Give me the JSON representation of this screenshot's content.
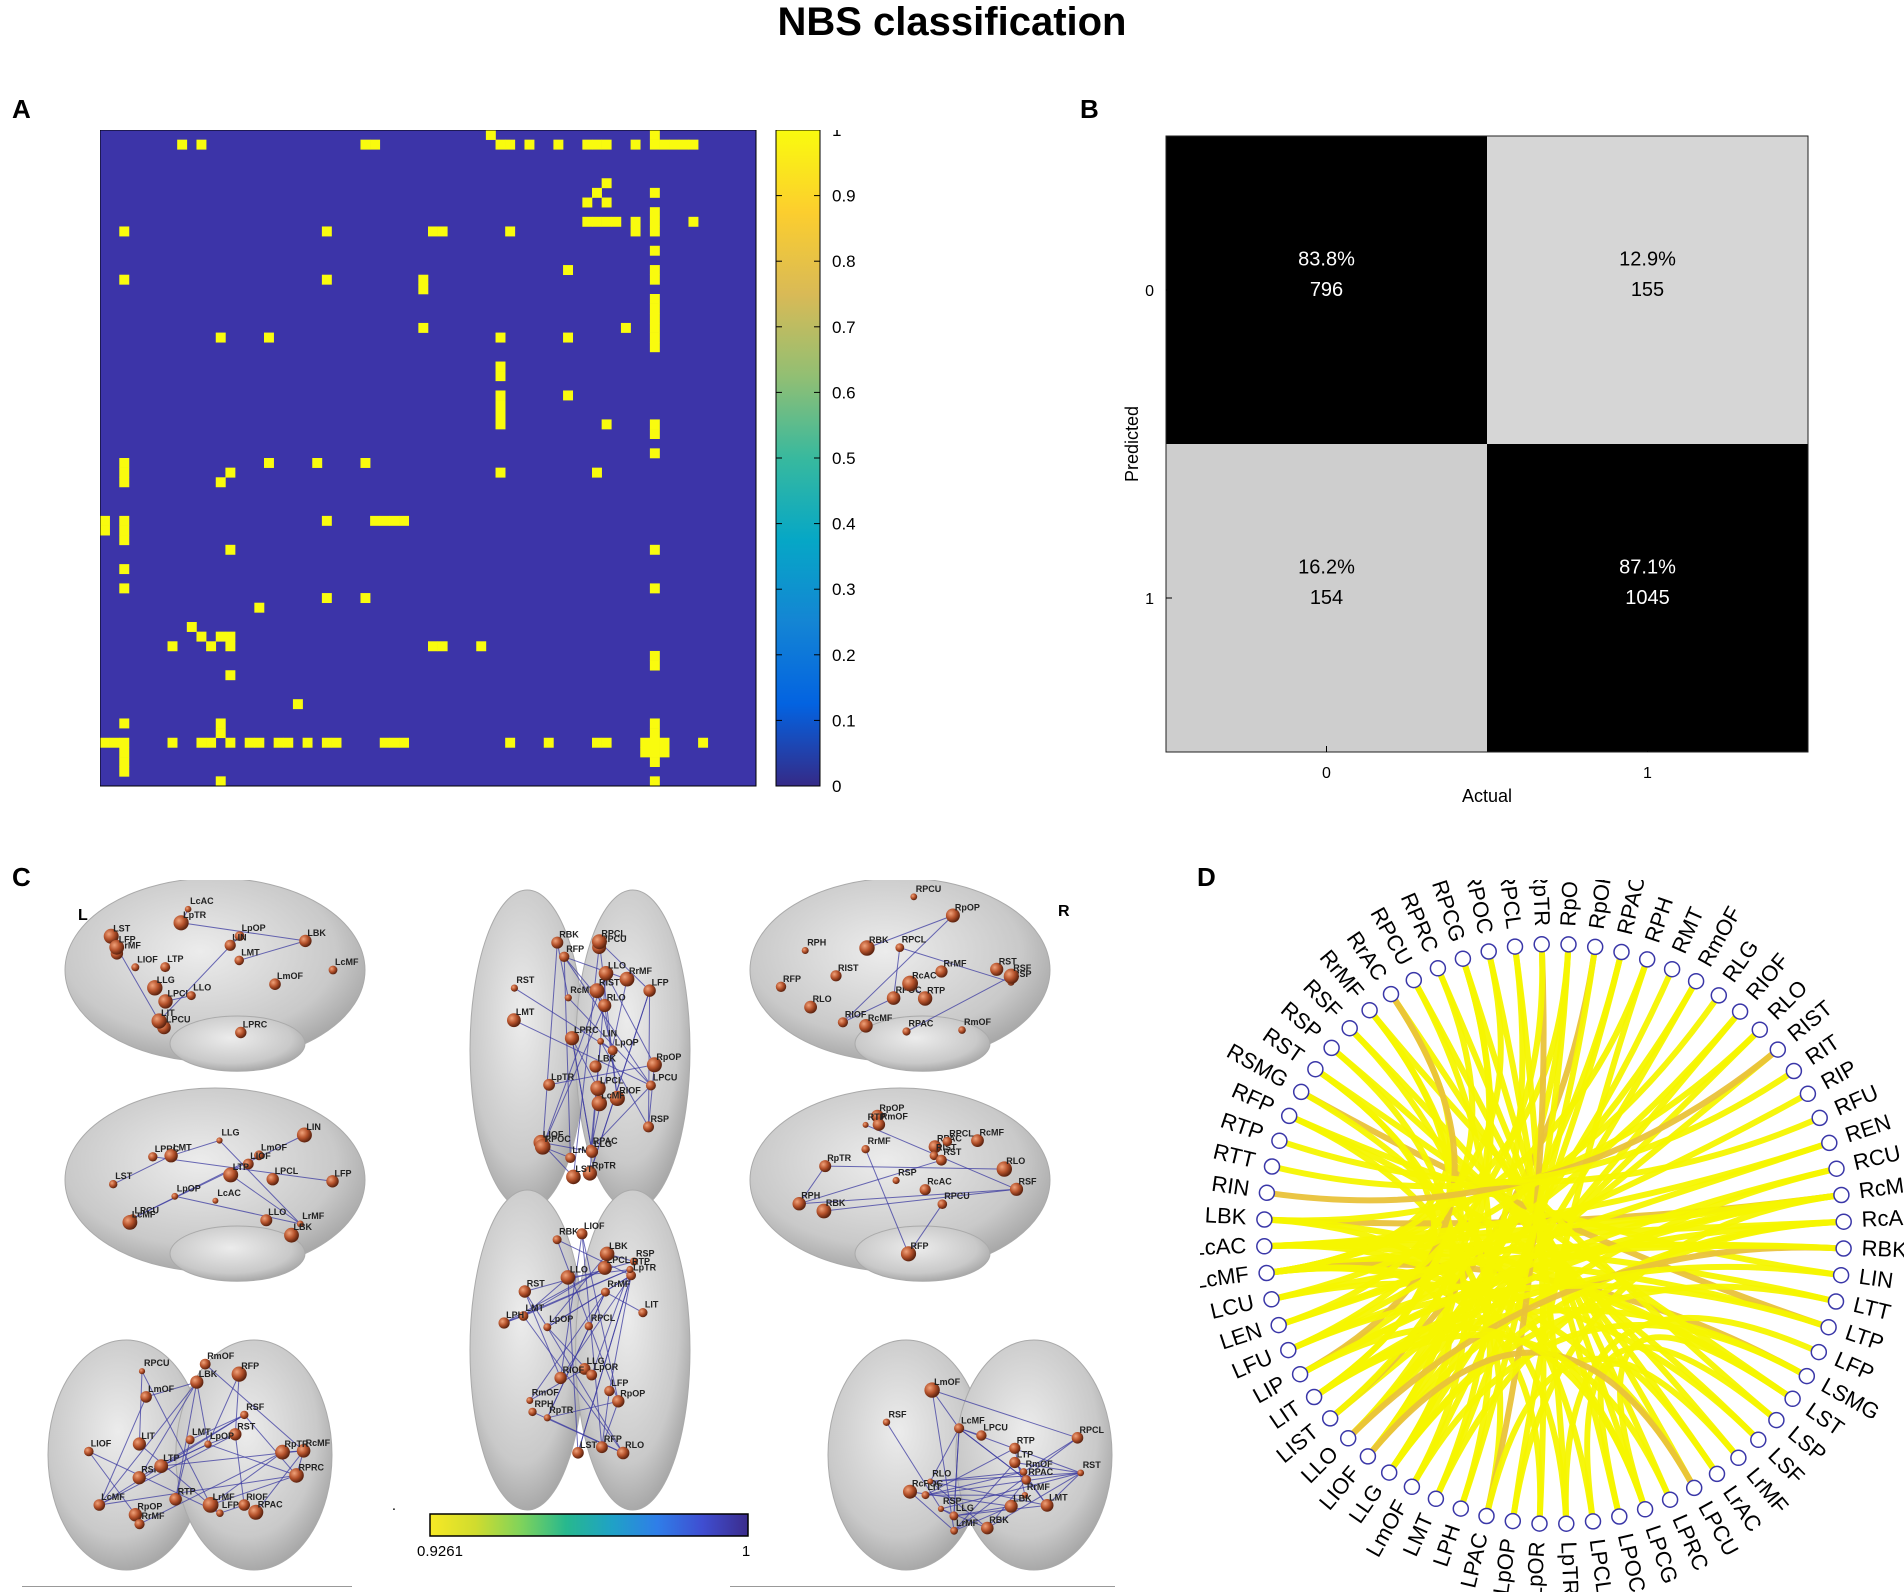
{
  "title": "NBS classification",
  "panels": {
    "a": "A",
    "b": "B",
    "c": "C",
    "d": "D"
  },
  "colors": {
    "parula": [
      "#352a87",
      "#0363e1",
      "#1485d4",
      "#06a7c6",
      "#38b99e",
      "#92bf73",
      "#d9ba56",
      "#fcce2e",
      "#f9fb0e"
    ],
    "matrix_bg": "#3c34a8",
    "matrix_on": "#f9fb0e",
    "chord": "#f5f500",
    "node_ring": "#3a37a8",
    "brain_node": "#b5522b",
    "edge": "#3b3aa0"
  },
  "chart_data": [
    {
      "type": "heatmap",
      "panel": "A",
      "grid_size": 68,
      "colorbar": {
        "min": 0,
        "max": 1,
        "ticks": [
          "0",
          "0.1",
          "0.2",
          "0.3",
          "0.4",
          "0.5",
          "0.6",
          "0.7",
          "0.8",
          "0.9",
          "1"
        ]
      },
      "cells_on": [
        [
          0,
          40
        ],
        [
          0,
          57
        ],
        [
          1,
          8
        ],
        [
          1,
          10
        ],
        [
          1,
          27
        ],
        [
          1,
          28
        ],
        [
          1,
          41
        ],
        [
          1,
          42
        ],
        [
          1,
          44
        ],
        [
          1,
          47
        ],
        [
          1,
          50
        ],
        [
          1,
          51
        ],
        [
          1,
          52
        ],
        [
          1,
          55
        ],
        [
          1,
          57
        ],
        [
          1,
          58
        ],
        [
          1,
          59
        ],
        [
          1,
          60
        ],
        [
          1,
          61
        ],
        [
          5,
          52
        ],
        [
          6,
          51
        ],
        [
          6,
          57
        ],
        [
          7,
          50
        ],
        [
          7,
          52
        ],
        [
          8,
          57
        ],
        [
          9,
          50
        ],
        [
          9,
          51
        ],
        [
          9,
          52
        ],
        [
          9,
          53
        ],
        [
          9,
          55
        ],
        [
          9,
          57
        ],
        [
          9,
          61
        ],
        [
          10,
          2
        ],
        [
          10,
          23
        ],
        [
          10,
          34
        ],
        [
          10,
          35
        ],
        [
          10,
          42
        ],
        [
          10,
          55
        ],
        [
          10,
          57
        ],
        [
          12,
          57
        ],
        [
          14,
          48
        ],
        [
          14,
          57
        ],
        [
          15,
          2
        ],
        [
          15,
          23
        ],
        [
          15,
          33
        ],
        [
          15,
          57
        ],
        [
          16,
          33
        ],
        [
          17,
          57
        ],
        [
          18,
          57
        ],
        [
          19,
          57
        ],
        [
          20,
          33
        ],
        [
          20,
          54
        ],
        [
          20,
          57
        ],
        [
          21,
          12
        ],
        [
          21,
          17
        ],
        [
          21,
          41
        ],
        [
          21,
          48
        ],
        [
          21,
          57
        ],
        [
          22,
          57
        ],
        [
          24,
          41
        ],
        [
          25,
          41
        ],
        [
          27,
          41
        ],
        [
          27,
          48
        ],
        [
          28,
          41
        ],
        [
          29,
          41
        ],
        [
          30,
          41
        ],
        [
          30,
          52
        ],
        [
          30,
          57
        ],
        [
          31,
          57
        ],
        [
          33,
          57
        ],
        [
          34,
          2
        ],
        [
          34,
          17
        ],
        [
          34,
          22
        ],
        [
          34,
          27
        ],
        [
          35,
          2
        ],
        [
          35,
          13
        ],
        [
          35,
          41
        ],
        [
          35,
          51
        ],
        [
          36,
          12
        ],
        [
          36,
          2
        ],
        [
          40,
          0
        ],
        [
          40,
          2
        ],
        [
          40,
          23
        ],
        [
          40,
          28
        ],
        [
          40,
          29
        ],
        [
          40,
          30
        ],
        [
          40,
          31
        ],
        [
          41,
          2
        ],
        [
          41,
          0
        ],
        [
          42,
          2
        ],
        [
          43,
          13
        ],
        [
          43,
          57
        ],
        [
          45,
          2
        ],
        [
          47,
          2
        ],
        [
          47,
          57
        ],
        [
          48,
          23
        ],
        [
          48,
          27
        ],
        [
          49,
          16
        ],
        [
          51,
          9
        ],
        [
          52,
          10
        ],
        [
          52,
          12
        ],
        [
          52,
          13
        ],
        [
          53,
          7
        ],
        [
          53,
          11
        ],
        [
          53,
          13
        ],
        [
          53,
          34
        ],
        [
          53,
          35
        ],
        [
          53,
          39
        ],
        [
          54,
          57
        ],
        [
          55,
          57
        ],
        [
          56,
          13
        ],
        [
          59,
          20
        ],
        [
          61,
          2
        ],
        [
          62,
          12
        ],
        [
          63,
          0
        ],
        [
          63,
          1
        ],
        [
          63,
          2
        ],
        [
          63,
          7
        ],
        [
          63,
          10
        ],
        [
          63,
          11
        ],
        [
          63,
          13
        ],
        [
          63,
          15
        ],
        [
          63,
          16
        ],
        [
          63,
          18
        ],
        [
          63,
          19
        ],
        [
          63,
          21
        ],
        [
          63,
          23
        ],
        [
          63,
          24
        ],
        [
          63,
          29
        ],
        [
          63,
          30
        ],
        [
          63,
          31
        ],
        [
          63,
          42
        ],
        [
          63,
          46
        ],
        [
          63,
          51
        ],
        [
          63,
          52
        ],
        [
          63,
          56
        ],
        [
          63,
          58
        ],
        [
          63,
          62
        ],
        [
          64,
          2
        ],
        [
          64,
          57
        ],
        [
          62,
          57
        ],
        [
          64,
          56
        ],
        [
          64,
          58
        ],
        [
          65,
          2
        ],
        [
          65,
          57
        ],
        [
          66,
          2
        ],
        [
          67,
          12
        ],
        [
          67,
          57
        ],
        [
          63,
          57
        ],
        [
          61,
          57
        ],
        [
          61,
          12
        ]
      ]
    },
    {
      "type": "table",
      "panel": "B",
      "xlabel": "Actual",
      "ylabel": "Predicted",
      "x_ticks": [
        "0",
        "1"
      ],
      "y_ticks": [
        "0",
        "1"
      ],
      "cells": [
        {
          "row": "0",
          "col": "0",
          "percent": "83.8%",
          "count": "796",
          "shade": 0.838
        },
        {
          "row": "0",
          "col": "1",
          "percent": "12.9%",
          "count": "155",
          "shade": 0.129
        },
        {
          "row": "1",
          "col": "0",
          "percent": "16.2%",
          "count": "154",
          "shade": 0.162
        },
        {
          "row": "1",
          "col": "1",
          "percent": "87.1%",
          "count": "1045",
          "shade": 0.871
        }
      ]
    },
    {
      "type": "scatter",
      "panel": "C",
      "hemisphere_left": "L",
      "hemisphere_right": "R",
      "colorbar": {
        "min_label": "0.9261",
        "max_label": "1",
        "extra_label": "."
      },
      "views": [
        {
          "view": "left-lateral",
          "labels": [
            "LcMF",
            "LPRC",
            "LPCU",
            "LrMF",
            "LpOP",
            "LcAC",
            "LpTR",
            "LIN",
            "LBK",
            "LST",
            "LPCL",
            "LLO",
            "LLG",
            "LFP",
            "LmOF",
            "LIOF",
            "LMT",
            "LIT",
            "LTP"
          ]
        },
        {
          "view": "left-medial",
          "labels": [
            "LPCU",
            "LPRC",
            "LcMF",
            "LrMF",
            "LpOP",
            "LPCL",
            "LLO",
            "LBK",
            "LIN",
            "LLG",
            "LcAC",
            "LMT",
            "LST",
            "LmOF",
            "LIOF",
            "LFP",
            "LTP"
          ]
        },
        {
          "view": "anterior",
          "labels": [
            "RPAC",
            "RPRC",
            "RcMF",
            "RSP",
            "RSF",
            "LcMF",
            "RpOP",
            "RrMF",
            "LrMF",
            "RpTR",
            "RST",
            "RIOF",
            "RmOF",
            "LFP",
            "LmOF",
            "LIOF",
            "LMT",
            "LIT",
            "RTP",
            "LTP",
            "RFP",
            "RPCU",
            "LBK",
            "LpOP"
          ]
        },
        {
          "view": "superior",
          "labels": [
            "LFP",
            "RFP",
            "RrMF",
            "LrMF",
            "LpTR",
            "RpTR",
            "LIOF",
            "RIOF",
            "LpOP",
            "RpOP",
            "LcMF",
            "RcMF",
            "LPRC",
            "RST",
            "RPOC",
            "LMT",
            "RBK",
            "LBK",
            "RPAC",
            "LLG",
            "RIST",
            "LPCU",
            "RPCU",
            "RSP",
            "LLO",
            "RPCL",
            "RLO",
            "LPCL",
            "LIN",
            "LST"
          ]
        },
        {
          "view": "inferior",
          "labels": [
            "LLO",
            "RLO",
            "LPCL",
            "RPCL",
            "LLG",
            "LBK",
            "RSP",
            "LMT",
            "LPH",
            "RPH",
            "RBK",
            "LST",
            "LIT",
            "RST",
            "LpOP",
            "RpOP",
            "LpTR",
            "RpTR",
            "LpOR",
            "RIOF",
            "RmOF",
            "RrMF",
            "LFP",
            "RFP",
            "LIOF",
            "RTP"
          ]
        },
        {
          "view": "right-lateral",
          "labels": [
            "RSP",
            "RPAC",
            "RPOC",
            "RcMF",
            "RSF",
            "RPCU",
            "RcAC",
            "RIST",
            "RpOP",
            "RrMF",
            "RPCL",
            "RLO",
            "RBK",
            "RST",
            "RmOF",
            "RIOF",
            "RFP",
            "RPH",
            "RTP"
          ]
        },
        {
          "view": "right-medial",
          "labels": [
            "RSF",
            "RcMF",
            "RPAC",
            "RSP",
            "RcAC",
            "RPCU",
            "RrMF",
            "RpOP",
            "RIST",
            "RpTR",
            "RBK",
            "RPCL",
            "RLO",
            "RFP",
            "RmOF",
            "RST",
            "RPH",
            "RTP"
          ]
        },
        {
          "view": "posterior",
          "labels": [
            "LcMF",
            "RPAC",
            "RSP",
            "RcPOC",
            "LPCU",
            "RSF",
            "RrMF",
            "LrMF",
            "RPCL",
            "LBK",
            "LLG",
            "RLO",
            "RBK",
            "RST",
            "LMT",
            "LmOF",
            "RmOF",
            "LIT",
            "LTP",
            "RTP"
          ]
        }
      ]
    },
    {
      "type": "scatter",
      "panel": "D",
      "subtype": "chord",
      "nodes": [
        "RpOR",
        "RpOP",
        "RPAC",
        "RPH",
        "RMT",
        "RmOF",
        "RLG",
        "RIOF",
        "RLO",
        "RIST",
        "RIT",
        "RIP",
        "RFU",
        "REN",
        "RCU",
        "RcMF",
        "RcAC",
        "RBK",
        "LIN",
        "LTT",
        "LTP",
        "LFP",
        "LSMG",
        "LST",
        "LSP",
        "LSF",
        "LrMF",
        "LrAC",
        "LPCU",
        "LPRC",
        "LPCG",
        "LPOC",
        "LPCL",
        "LpTR",
        "LpOR",
        "LpOP",
        "LPAC",
        "LPH",
        "LMT",
        "LmOF",
        "LLG",
        "LIOF",
        "LLO",
        "LIST",
        "LIT",
        "LIP",
        "LFU",
        "LEN",
        "LCU",
        "LcMF",
        "LcAC",
        "LBK",
        "RIN",
        "RTT",
        "RTP",
        "RFP",
        "RSMG",
        "RST",
        "RSP",
        "RSF",
        "RrMF",
        "RrAC",
        "RPCU",
        "RPRC",
        "RPCG",
        "RPOC",
        "RPCL",
        "RpTR"
      ],
      "edges": [
        [
          49,
          15
        ],
        [
          49,
          17
        ],
        [
          49,
          20
        ],
        [
          49,
          22
        ],
        [
          49,
          0
        ],
        [
          49,
          3
        ],
        [
          49,
          28
        ],
        [
          49,
          34
        ],
        [
          49,
          40
        ],
        [
          49,
          61
        ],
        [
          50,
          16
        ],
        [
          50,
          19
        ],
        [
          50,
          23
        ],
        [
          50,
          30
        ],
        [
          51,
          15
        ],
        [
          51,
          23
        ],
        [
          51,
          33
        ],
        [
          41,
          7
        ],
        [
          41,
          14
        ],
        [
          41,
          0
        ],
        [
          41,
          60
        ],
        [
          42,
          8
        ],
        [
          42,
          2
        ],
        [
          42,
          64
        ],
        [
          43,
          9
        ],
        [
          43,
          1
        ],
        [
          44,
          22
        ],
        [
          44,
          57
        ],
        [
          45,
          5
        ],
        [
          45,
          15
        ],
        [
          46,
          16
        ],
        [
          47,
          13
        ],
        [
          48,
          25
        ],
        [
          55,
          25
        ],
        [
          55,
          18
        ],
        [
          55,
          36
        ],
        [
          56,
          20
        ],
        [
          56,
          32
        ],
        [
          57,
          23
        ],
        [
          57,
          39
        ],
        [
          58,
          26
        ],
        [
          58,
          41
        ],
        [
          59,
          27
        ],
        [
          59,
          37
        ],
        [
          60,
          24
        ],
        [
          60,
          44
        ],
        [
          61,
          28
        ],
        [
          61,
          45
        ],
        [
          62,
          29
        ],
        [
          62,
          38
        ],
        [
          63,
          30
        ],
        [
          63,
          47
        ],
        [
          64,
          31
        ],
        [
          64,
          43
        ],
        [
          65,
          33
        ],
        [
          65,
          49
        ],
        [
          66,
          34
        ],
        [
          66,
          40
        ],
        [
          67,
          36
        ],
        [
          67,
          46
        ],
        [
          0,
          37
        ],
        [
          1,
          38
        ],
        [
          2,
          39
        ],
        [
          3,
          35
        ],
        [
          4,
          42
        ],
        [
          5,
          40
        ],
        [
          6,
          48
        ],
        [
          7,
          46
        ],
        [
          8,
          51
        ],
        [
          9,
          52
        ],
        [
          10,
          53
        ],
        [
          11,
          47
        ],
        [
          12,
          54
        ],
        [
          13,
          50
        ],
        [
          14,
          45
        ],
        [
          15,
          50
        ],
        [
          15,
          44
        ],
        [
          15,
          35
        ],
        [
          16,
          40
        ],
        [
          16,
          38
        ],
        [
          17,
          42
        ],
        [
          17,
          48
        ],
        [
          18,
          44
        ],
        [
          19,
          40
        ],
        [
          20,
          46
        ],
        [
          21,
          33
        ],
        [
          22,
          39
        ],
        [
          23,
          30
        ],
        [
          24,
          32
        ],
        [
          26,
          36
        ],
        [
          27,
          31
        ],
        [
          28,
          41
        ],
        [
          29,
          44
        ],
        [
          30,
          45
        ]
      ]
    }
  ]
}
